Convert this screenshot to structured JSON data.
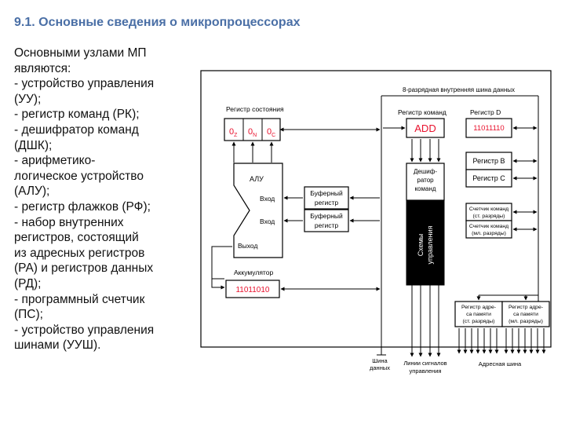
{
  "title": "9.1. Основные сведения о микропроцессорах",
  "description_lines": [
    "Основными узлами МП",
    "являются:",
    "- устройство управления",
    "(УУ);",
    "- регистр команд (РК);",
    "- дешифратор команд",
    "(ДШК);",
    "- арифметико-",
    "логическое устройство",
    "(АЛУ);",
    "- регистр флажков (РФ);",
    "- набор внутренних",
    "регистров, состоящий",
    "из адресных регистров",
    "(РА) и регистров данных",
    "(РД);",
    "- программный счетчик",
    "(ПС);",
    "- устройство управления",
    "шинами (УУШ)."
  ],
  "diagram": {
    "internal_bus": "8-разрядная внутренняя шина данных",
    "status_register": {
      "label": "Регистр состояния",
      "flags": [
        {
          "base": "0",
          "sub": "Z"
        },
        {
          "base": "0",
          "sub": "N"
        },
        {
          "base": "0",
          "sub": "C"
        }
      ]
    },
    "alu": {
      "label": "АЛУ",
      "input1": "Вход",
      "input2": "Вход",
      "output": "Выход"
    },
    "buffer1": {
      "line1": "Буферный",
      "line2": "регистр"
    },
    "buffer2": {
      "line1": "Буферный",
      "line2": "регистр"
    },
    "accumulator": {
      "label": "Аккумулятор",
      "value": "11011010"
    },
    "instruction_register": {
      "label": "Регистр команд",
      "value": "ADD"
    },
    "decoder": {
      "line1": "Дешиф-",
      "line2": "ратор",
      "line3": "команд"
    },
    "control": {
      "line1": "Схемы",
      "line2": "управления"
    },
    "register_d": {
      "label": "Регистр D",
      "value": "11011110"
    },
    "register_b": "Регистр B",
    "register_c": "Регистр C",
    "pc_high": {
      "line1": "Счетчик команд",
      "line2": "(ст. разряды)"
    },
    "pc_low": {
      "line1": "Счетчик команд",
      "line2": "(мл. разряды)"
    },
    "mar_high": {
      "line1": "Регистр адре-",
      "line2": "са памяти",
      "line3": "(ст. разряды)"
    },
    "mar_low": {
      "line1": "Регистр адре-",
      "line2": "са памяти",
      "line3": "(мл. разряды)"
    },
    "data_bus": {
      "line1": "Шина",
      "line2": "данных"
    },
    "control_lines": {
      "line1": "Линии сигналов",
      "line2": "управления"
    },
    "address_bus": "Адресная шина",
    "colors": {
      "red_text": "#e8112d",
      "black_fill": "#000000",
      "border": "#000000"
    }
  }
}
